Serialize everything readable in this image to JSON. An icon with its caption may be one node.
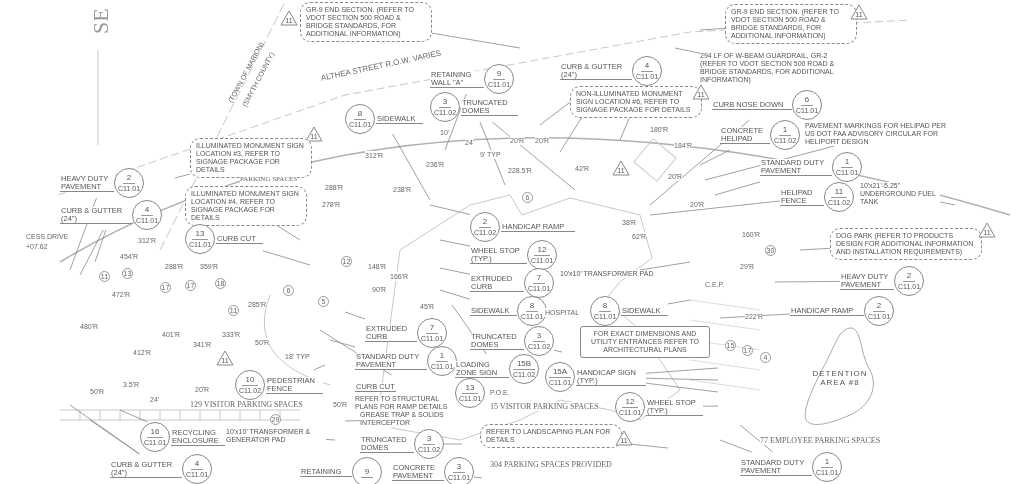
{
  "diagram": {
    "nodes": [
      {
        "text": [
          "GR-9 END SECTION. (REFER TO VDOT SECTION 500 ROAD & BRIDGE STANDARDS, FOR ADDITIONAL INFORMATION)"
        ]
      },
      {
        "text": [
          "11"
        ]
      },
      {
        "text": [
          "GR-9 END SECTION. (REFER TO VDOT SECTION 500 ROAD & BRIDGE STANDARDS, FOR ADDITIONAL INFORMATION)"
        ]
      },
      {
        "text": [
          "11"
        ]
      },
      {
        "text": [
          "294 LF OF W-BEAM GUARDRAIL, GR-2 (REFER TO VDOT SECTION 500 ROAD & BRIDGE STANDARDS, FOR ADDITIONAL INFORMATION)"
        ]
      },
      {
        "text": [
          "RETAINING WALL \"A\"",
          "9",
          "C11.01"
        ]
      },
      {
        "text": [
          "CURB & GUTTER (24\")",
          "4",
          "C11.01"
        ]
      },
      {
        "text": [
          "3",
          "C11.02",
          "TRUNCATED DOMES"
        ]
      },
      {
        "text": [
          "NON-ILLUMINATED MONUMENT SIGN LOCATION #6, REFER TO SIGNAGE PACKAGE FOR DETAILS"
        ]
      },
      {
        "text": [
          "11"
        ]
      },
      {
        "text": [
          "CURB NOSE DOWN",
          "6",
          "C11.01"
        ]
      },
      {
        "text": [
          "8",
          "C11.01",
          "SIDEWALK"
        ]
      },
      {
        "text": [
          "CONCRETE HELIPAD",
          "1",
          "C11.02"
        ]
      },
      {
        "text": [
          "PAVEMENT MARKINGS FOR HELIPAD PER US DOT FAA ADVISORY CIRCULAR FOR HELIPORT DESIGN"
        ]
      },
      {
        "text": [
          "STANDARD DUTY PAVEMENT",
          "1",
          "C11.01"
        ]
      },
      {
        "text": [
          "HELIPAD FENCE",
          "11",
          "C11.02"
        ]
      },
      {
        "text": [
          "10'x21'-5.25\" UNDERGROUND FUEL TANK"
        ]
      },
      {
        "text": [
          "11"
        ]
      },
      {
        "text": [
          "ILLUMINATED MONUMENT SIGN LOCATION #3, REFER TO SIGNAGE PACKAGE FOR DETAILS"
        ]
      },
      {
        "text": [
          "ILLUMINATED MONUMENT SIGN LOCATION #4, REFER TO SIGNAGE PACKAGE FOR DETAILS"
        ]
      },
      {
        "text": [
          "HEAVY DUTY PAVEMENT",
          "2",
          "C11.01"
        ]
      },
      {
        "text": [
          "CURB & GUTTER (24\")",
          "4",
          "C11.01"
        ]
      },
      {
        "text": [
          "13",
          "C11.01",
          "CURB CUT"
        ]
      },
      {
        "text": [
          "11"
        ]
      },
      {
        "text": [
          "2",
          "C11.02",
          "HANDICAP RAMP"
        ]
      },
      {
        "text": [
          "WHEEL STOP (TYP.)",
          "12",
          "C11.01"
        ]
      },
      {
        "text": [
          "EXTRUDED CURB",
          "7",
          "C11.01"
        ]
      },
      {
        "text": [
          "SIDEWALK",
          "8",
          "C11.01"
        ]
      },
      {
        "text": [
          "8",
          "C11.01",
          "SIDEWALK"
        ]
      },
      {
        "text": [
          "10'x10' TRANSFORMER PAD"
        ]
      },
      {
        "text": [
          "DOG PARK (REFER TO PRODUCTS DESIGN FOR ADDITIONAL INFORMATION AND INSTALLATION REQUIREMENTS)"
        ]
      },
      {
        "text": [
          "11"
        ]
      },
      {
        "text": [
          "HEAVY DUTY PAVEMENT",
          "2",
          "C11.01"
        ]
      },
      {
        "text": [
          "HANDICAP RAMP",
          "2",
          "C11.01"
        ]
      },
      {
        "text": [
          "FOR EXACT DIMENSIONS AND UTILITY ENTRANCES REFER TO ARCHITECTURAL PLANS"
        ]
      },
      {
        "text": [
          "EXTRUDED CURB",
          "7",
          "C11.01"
        ]
      },
      {
        "text": [
          "TRUNCATED DOMES",
          "3",
          "C11.02"
        ]
      },
      {
        "text": [
          "STANDARD DUTY PAVEMENT",
          "1",
          "C11.01"
        ]
      },
      {
        "text": [
          "LOADING ZONE SIGN",
          "15B",
          "C11.02"
        ]
      },
      {
        "text": [
          "15A",
          "C11.01",
          "HANDICAP SIGN (TYP.)"
        ]
      },
      {
        "text": [
          "CURB CUT",
          "13",
          "C11.01",
          "REFER TO STRUCTURAL PLANS FOR RAMP DETAILS"
        ]
      },
      {
        "text": [
          "12",
          "C11.01",
          "WHEEL STOP (TYP.)"
        ]
      },
      {
        "text": [
          "DETENTION AREA #8"
        ]
      },
      {
        "text": [
          "10",
          "C11.02",
          "PEDESTRIAN FENCE"
        ]
      },
      {
        "text": [
          "11"
        ]
      },
      {
        "text": [
          "16",
          "C11.01",
          "RECYCLING ENCLOSURE"
        ]
      },
      {
        "text": [
          "10'x10' TRANSFORMER & GENERATOR PAD"
        ]
      },
      {
        "text": [
          "GREASE TRAP & SOLIDS INTERCEPTOR"
        ]
      },
      {
        "text": [
          "TRUNCATED DOMES",
          "3",
          "C11.02"
        ]
      },
      {
        "text": [
          "REFER TO LANDSCAPING PLAN FOR DETAILS"
        ]
      },
      {
        "text": [
          "11"
        ]
      },
      {
        "text": [
          "CURB & GUTTER (24\")",
          "4",
          "C11.01"
        ]
      },
      {
        "text": [
          "CONCRETE PAVEMENT",
          "3",
          "C11.01"
        ]
      },
      {
        "text": [
          "STANDARD DUTY PAVEMENT",
          "1",
          "C11.01"
        ]
      },
      {
        "text": [
          "RETAINING",
          "9"
        ]
      }
    ],
    "edges": [
      {
        "from": 0,
        "to": null,
        "arrow": "none"
      },
      {
        "from": 2,
        "to": null,
        "arrow": "none"
      },
      {
        "from": 4,
        "to": null,
        "arrow": "none"
      },
      {
        "from": 5,
        "to": null,
        "arrow": "none"
      },
      {
        "from": 6,
        "to": null,
        "arrow": "none"
      },
      {
        "from": 6,
        "to": null,
        "arrow": "none"
      },
      {
        "from": 7,
        "to": null,
        "arrow": "none"
      },
      {
        "from": 7,
        "to": null,
        "arrow": "none"
      },
      {
        "from": 8,
        "to": null,
        "arrow": "none"
      },
      {
        "from": 10,
        "to": null,
        "arrow": "none"
      },
      {
        "from": 11,
        "to": null,
        "arrow": "none"
      },
      {
        "from": 12,
        "to": null,
        "arrow": "none"
      },
      {
        "from": 13,
        "to": null,
        "arrow": "none"
      },
      {
        "from": 14,
        "to": null,
        "arrow": "none"
      },
      {
        "from": 15,
        "to": null,
        "arrow": "none"
      },
      {
        "from": 16,
        "to": null,
        "arrow": "none"
      },
      {
        "from": 18,
        "to": null,
        "arrow": "none"
      },
      {
        "from": 19,
        "to": null,
        "arrow": "none"
      },
      {
        "from": 20,
        "to": null,
        "arrow": "none"
      },
      {
        "from": 21,
        "to": null,
        "arrow": "none"
      },
      {
        "from": 21,
        "to": null,
        "arrow": "none"
      },
      {
        "from": 22,
        "to": null,
        "arrow": "none"
      },
      {
        "from": 24,
        "to": null,
        "arrow": "none"
      },
      {
        "from": 25,
        "to": null,
        "arrow": "none"
      },
      {
        "from": 26,
        "to": null,
        "arrow": "none"
      },
      {
        "from": 27,
        "to": null,
        "arrow": "none"
      },
      {
        "from": 28,
        "to": null,
        "arrow": "none"
      },
      {
        "from": 29,
        "to": null,
        "arrow": "none"
      },
      {
        "from": 30,
        "to": null,
        "arrow": "none"
      },
      {
        "from": 32,
        "to": null,
        "arrow": "none"
      },
      {
        "from": 33,
        "to": null,
        "arrow": "none"
      },
      {
        "from": 35,
        "to": null,
        "arrow": "none"
      },
      {
        "from": 36,
        "to": null,
        "arrow": "none"
      },
      {
        "from": 37,
        "to": null,
        "arrow": "none"
      },
      {
        "from": 38,
        "to": null,
        "arrow": "none"
      },
      {
        "from": 39,
        "to": null,
        "arrow": "none"
      },
      {
        "from": 39,
        "to": null,
        "arrow": "none"
      },
      {
        "from": 39,
        "to": null,
        "arrow": "none"
      },
      {
        "from": 40,
        "to": null,
        "arrow": "none"
      },
      {
        "from": 41,
        "to": null,
        "arrow": "none"
      },
      {
        "from": 43,
        "to": null,
        "arrow": "none"
      },
      {
        "from": 45,
        "to": null,
        "arrow": "none"
      },
      {
        "from": 46,
        "to": null,
        "arrow": "none"
      },
      {
        "from": 48,
        "to": null,
        "arrow": "none"
      },
      {
        "from": 49,
        "to": null,
        "arrow": "none"
      },
      {
        "from": 51,
        "to": null,
        "arrow": "none"
      },
      {
        "from": 51,
        "to": null,
        "arrow": "none"
      },
      {
        "from": 52,
        "to": null,
        "arrow": "none"
      },
      {
        "from": 53,
        "to": null,
        "arrow": "none"
      },
      {
        "from": 53,
        "to": null,
        "arrow": "none"
      },
      {
        "from": 47,
        "to": null,
        "arrow": "none"
      }
    ],
    "labels": [
      "SE",
      "ALTHEA STREET R.O.W. VARIES",
      "(TOWN OF MARION)",
      "(SMYTH COUNTY)",
      "PARKING SPACES",
      "CESS DRIVE",
      "+07.62",
      "C.E.P.",
      "HOSPITAL",
      "P.O.E.",
      "129 VISITOR PARKING SPACES",
      "15 VISITOR PARKING SPACES",
      "77 EMPLOYEE PARKING SPACES",
      "304 PARKING SPACES PROVIDED",
      "312'R",
      "312'R",
      "288'R",
      "278'R",
      "238'R",
      "236'R",
      "228.5'R",
      "20'R",
      "20'R",
      "180'R",
      "184'R",
      "20'R",
      "20'R",
      "160'R",
      "454'R",
      "288'R",
      "359'R",
      "472'R",
      "480'R",
      "401'R",
      "341'R",
      "333'R",
      "412'R",
      "285'R",
      "50'R",
      "50'R",
      "3.5'R",
      "20'R",
      "50'R",
      "148'R",
      "166'R",
      "90'R",
      "45'R",
      "42'R",
      "38'R",
      "62'R",
      "222'R",
      "29'R",
      "24'",
      "10'",
      "9' TYP",
      "24'",
      "18' TYP",
      "11",
      "13",
      "17",
      "17",
      "18",
      "11",
      "6",
      "12",
      "5",
      "29",
      "6",
      "30",
      "15",
      "17",
      "4"
    ]
  }
}
